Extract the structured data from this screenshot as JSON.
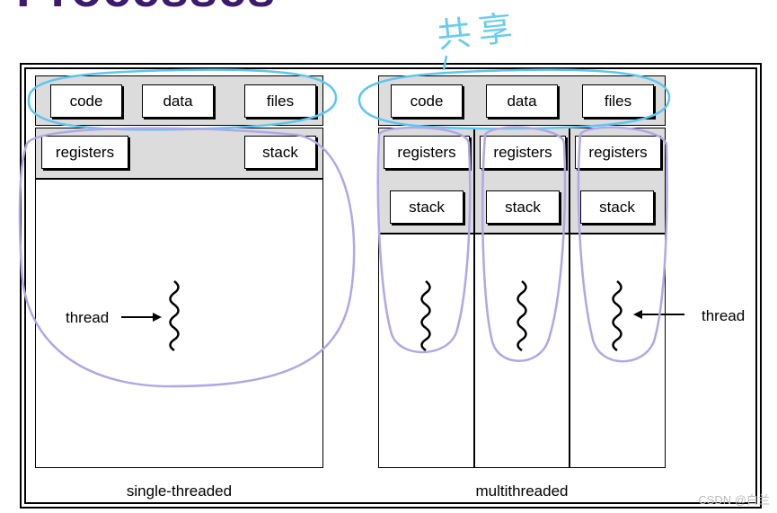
{
  "heading_fragment": "Processes",
  "single": {
    "shared": [
      "code",
      "data",
      "files"
    ],
    "registers": "registers",
    "stack": "stack",
    "thread_label": "thread",
    "caption": "single-threaded"
  },
  "multi": {
    "shared": [
      "code",
      "data",
      "files"
    ],
    "threads": [
      {
        "registers": "registers",
        "stack": "stack"
      },
      {
        "registers": "registers",
        "stack": "stack"
      },
      {
        "registers": "registers",
        "stack": "stack"
      }
    ],
    "thread_label": "thread",
    "caption": "multithreaded"
  },
  "annotation_handwritten": "共享",
  "watermark": "CSDN @白兰",
  "colors": {
    "heading": "#3d1a6e",
    "panel_gray": "#dcdcdc",
    "annotation_blue": "#5ec6ef",
    "annotation_purple": "#b3a6e6"
  }
}
